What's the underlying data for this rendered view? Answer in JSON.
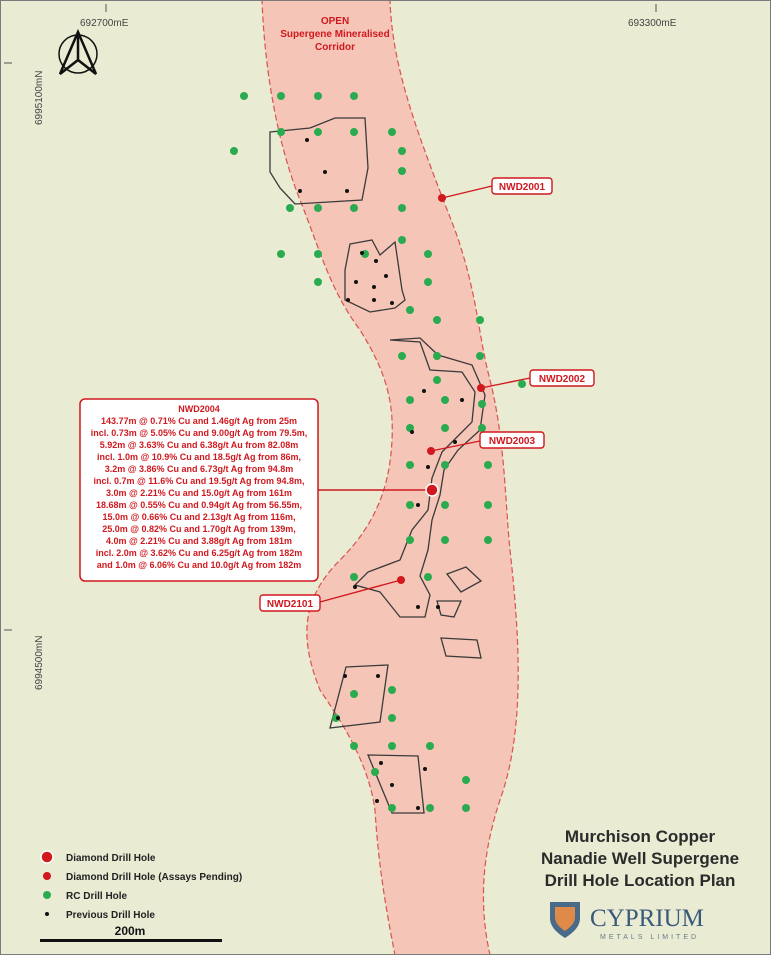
{
  "colors": {
    "background": "#e9ebd3",
    "corridor_fill": "#f5c6b7",
    "corridor_border": "#d9534f",
    "rc_hole": "#2bab4f",
    "diamond_hole": "#d0181e",
    "previous_hole": "#111111",
    "outline": "#3a3a3a",
    "label_text": "#d0181e"
  },
  "grid": {
    "easting_labels": [
      "692700mE",
      "693300mE"
    ],
    "northing_labels": [
      "6995100mN",
      "6994500mN"
    ]
  },
  "north_arrow": {
    "icon": "north-arrow-icon"
  },
  "corridor": {
    "label_lines": [
      "OPEN",
      "Supergene Mineralised",
      "Corridor"
    ]
  },
  "holes": {
    "callouts": [
      {
        "id": "NWD2001"
      },
      {
        "id": "NWD2002"
      },
      {
        "id": "NWD2003"
      },
      {
        "id": "NWD2101"
      }
    ],
    "featured": {
      "id": "NWD2004",
      "intercepts": [
        "143.77m @ 0.71% Cu and 1.46g/t Ag from 25m",
        "incl. 0.73m @ 5.05% Cu and 9.00g/t Ag from 79.5m,",
        "5.92m @ 3.63% Cu and 6.38g/t Au from 82.08m",
        "incl. 1.0m @ 10.9% Cu and 18.5g/t Ag from 86m,",
        "3.2m @ 3.86% Cu and 6.73g/t Ag from 94.8m",
        "incl. 0.7m @ 11.6% Cu and 19.5g/t Ag from 94.8m,",
        "3.0m @ 2.21% Cu and 15.0g/t Ag from 161m",
        "18.68m @ 0.55% Cu and 0.94g/t Ag from 56.55m,",
        "15.0m @ 0.66% Cu and 2.13g/t Ag from 116m,",
        "25.0m @ 0.82% Cu and 1.70g/t Ag from 139m,",
        "4.0m @ 2.21% Cu and 3.88g/t Ag from 181m",
        "incl. 2.0m @ 3.62% Cu and 6.25g/t Ag from 182m",
        "and 1.0m @ 6.06% Cu and 10.0g/t Ag from 182m"
      ]
    }
  },
  "legend": {
    "items": [
      {
        "label": "Diamond Drill Hole",
        "icon": "large-red-dot-icon"
      },
      {
        "label": "Diamond Drill Hole (Assays Pending)",
        "icon": "red-dot-icon"
      },
      {
        "label": "RC Drill Hole",
        "icon": "green-dot-icon"
      },
      {
        "label": "Previous Drill Hole",
        "icon": "black-dot-icon"
      }
    ]
  },
  "scale_bar": {
    "label": "200m"
  },
  "title": {
    "lines": [
      "Murchison Copper",
      "Nanadie Well Supergene",
      "Drill Hole Location Plan"
    ]
  },
  "logo": {
    "name": "CYPRIUM",
    "subtitle": "METALS LIMITED",
    "icon": "cyprium-shield-icon"
  }
}
